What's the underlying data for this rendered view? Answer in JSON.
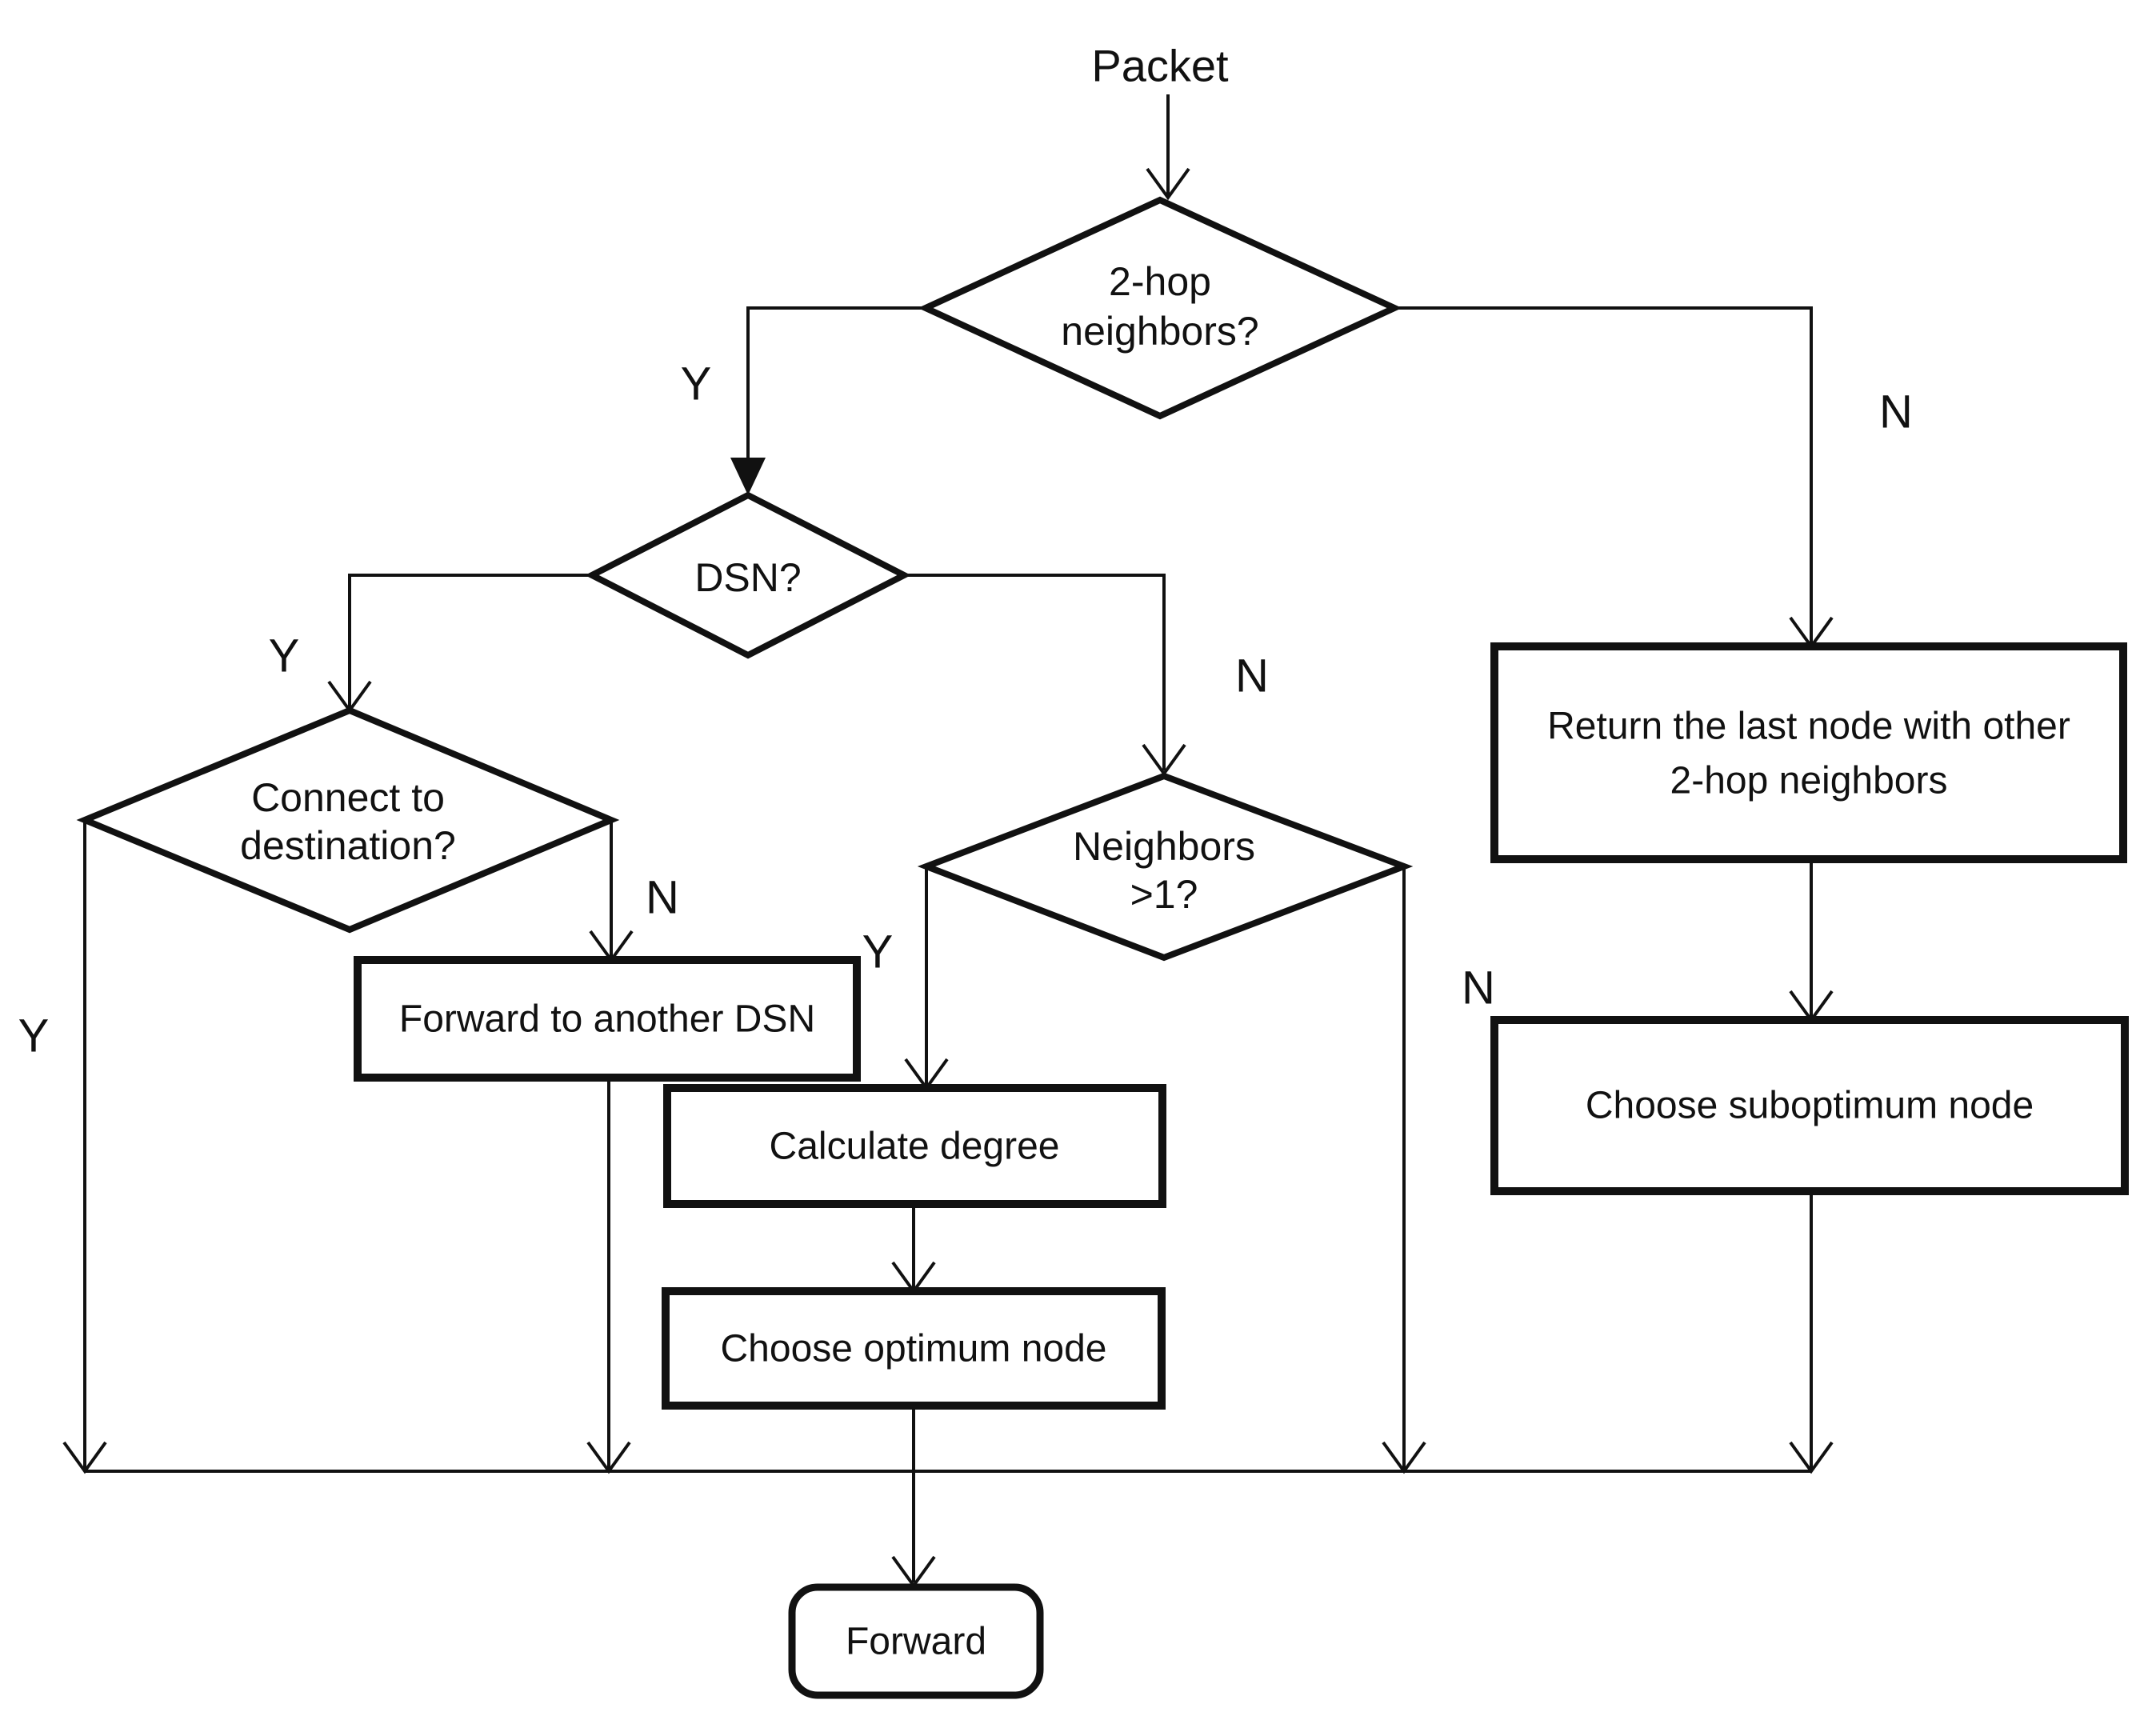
{
  "diagram": {
    "start": {
      "label": "Packet"
    },
    "decisions": {
      "two_hop": {
        "line1": "2-hop",
        "line2": "neighbors?",
        "yes": "Y",
        "no": "N"
      },
      "dsn": {
        "label": "DSN?",
        "yes": "Y",
        "no": "N"
      },
      "connect": {
        "line1": "Connect to",
        "line2": "destination?",
        "yes": "Y",
        "no": "N"
      },
      "neighbors": {
        "line1": "Neighbors",
        "line2": ">1?",
        "yes": "Y",
        "no": "N"
      }
    },
    "processes": {
      "return_last": {
        "line1": "Return the last node with other",
        "line2": "2-hop neighbors"
      },
      "forward_dsn": {
        "label": "Forward to another DSN"
      },
      "calc_degree": {
        "label": "Calculate degree"
      },
      "choose_optimum": {
        "label": "Choose optimum node"
      },
      "choose_suboptimum": {
        "label": "Choose suboptimum node"
      }
    },
    "terminal": {
      "label": "Forward"
    },
    "colors": {
      "stroke": "#111111",
      "background": "#ffffff"
    }
  }
}
